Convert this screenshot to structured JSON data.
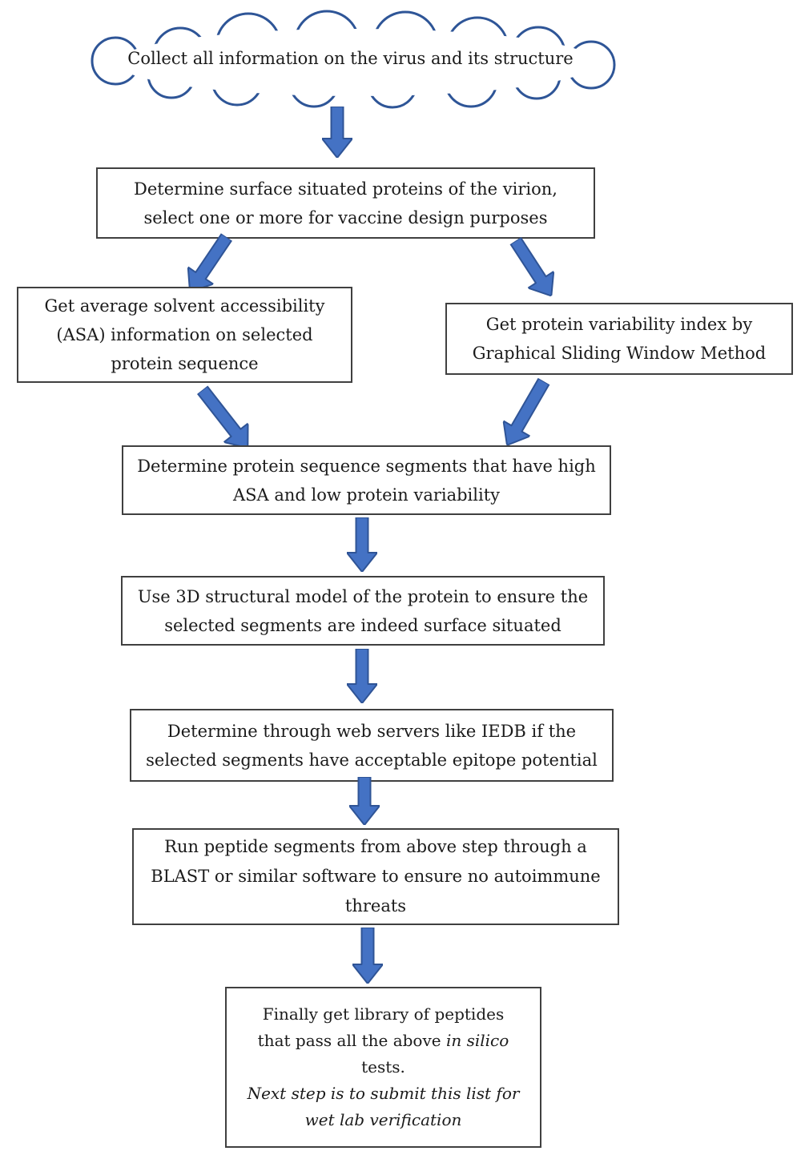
{
  "colors": {
    "arrow_fill": "#4472C4",
    "arrow_border": "#2F5496",
    "cloud_stroke": "#2E5597",
    "box_border": "#404040",
    "text_color": "#1b1b1b"
  },
  "cloud": {
    "label": "Collect all information on the virus and its structure"
  },
  "boxes": [
    {
      "name": "determine-surface-proteins",
      "lines": [
        "Determine surface situated proteins of the virion,",
        "select one or more for vaccine design purposes"
      ]
    },
    {
      "name": "get-asa-info",
      "lines": [
        "Get average solvent accessibility",
        "(ASA) information on selected",
        "protein sequence"
      ]
    },
    {
      "name": "get-variability-index",
      "lines": [
        "Get protein variability index by",
        "Graphical Sliding Window Method"
      ]
    },
    {
      "name": "determine-segments",
      "lines": [
        "Determine protein sequence segments that have high",
        "ASA and low protein variability"
      ]
    },
    {
      "name": "use-3d-model",
      "lines": [
        "Use 3D structural model of the protein to ensure the",
        "selected segments are indeed surface situated"
      ]
    },
    {
      "name": "check-epitope-potential",
      "lines": [
        "Determine through web servers like IEDB if the",
        "selected segments have acceptable epitope potential"
      ]
    },
    {
      "name": "blast-autoimmune-check",
      "lines": [
        "Run peptide segments from above step through a",
        "BLAST or similar software to ensure no autoimmune",
        "threats"
      ]
    }
  ],
  "final_box": {
    "line1": "Finally get library of peptides",
    "line2_normal": "that pass all the above ",
    "line2_italic": "in silico",
    "line3": "tests.",
    "line4_italic": "Next step is to submit this list for",
    "line5_italic": "wet lab verification"
  }
}
